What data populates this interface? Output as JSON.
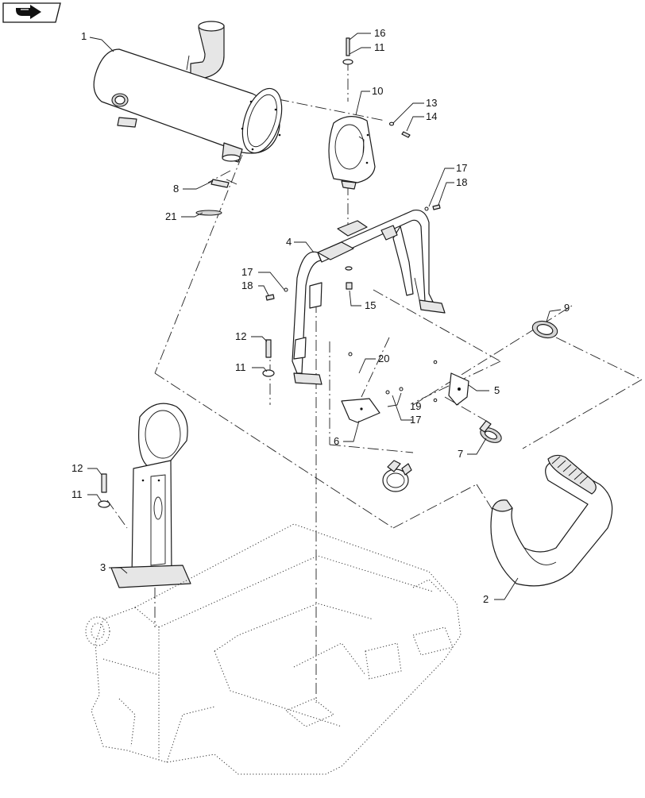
{
  "diagram": {
    "nav_icon": "arrow-right-icon",
    "callouts": [
      {
        "id": "c1",
        "text": "1"
      },
      {
        "id": "c2",
        "text": "2"
      },
      {
        "id": "c3",
        "text": "3"
      },
      {
        "id": "c4",
        "text": "4"
      },
      {
        "id": "c5",
        "text": "5"
      },
      {
        "id": "c6",
        "text": "6"
      },
      {
        "id": "c7",
        "text": "7"
      },
      {
        "id": "c8",
        "text": "8"
      },
      {
        "id": "c9",
        "text": "9"
      },
      {
        "id": "c10",
        "text": "10"
      },
      {
        "id": "c11a",
        "text": "11"
      },
      {
        "id": "c11b",
        "text": "11"
      },
      {
        "id": "c11c",
        "text": "11"
      },
      {
        "id": "c12a",
        "text": "12"
      },
      {
        "id": "c12b",
        "text": "12"
      },
      {
        "id": "c13",
        "text": "13"
      },
      {
        "id": "c14",
        "text": "14"
      },
      {
        "id": "c15",
        "text": "15"
      },
      {
        "id": "c16",
        "text": "16"
      },
      {
        "id": "c17a",
        "text": "17"
      },
      {
        "id": "c17b",
        "text": "17"
      },
      {
        "id": "c17c",
        "text": "17"
      },
      {
        "id": "c18a",
        "text": "18"
      },
      {
        "id": "c18b",
        "text": "18"
      },
      {
        "id": "c19",
        "text": "19"
      },
      {
        "id": "c20",
        "text": "20"
      },
      {
        "id": "c21",
        "text": "21"
      }
    ]
  }
}
